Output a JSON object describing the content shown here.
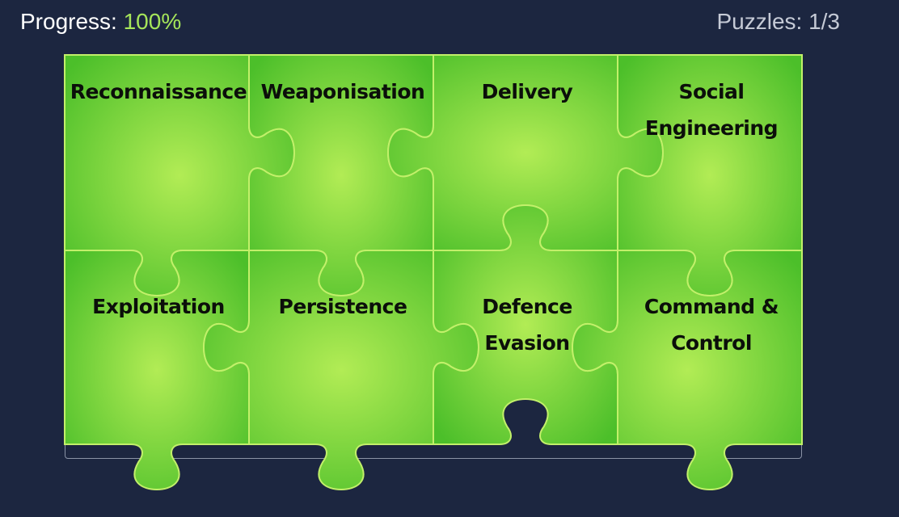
{
  "header": {
    "progress_label": "Progress:",
    "progress_value": "100%",
    "puzzles_label": "Puzzles: 1/3"
  },
  "colors": {
    "background": "#1c2640",
    "piece_center": "#b2ec55",
    "piece_edge": "#4cbf2a",
    "piece_outline": "#c2f06a",
    "progress_accent": "#a6e65a"
  },
  "pieces": [
    {
      "name": "reconnaissance",
      "lines": [
        "Reconnaissance"
      ]
    },
    {
      "name": "weaponisation",
      "lines": [
        "Weaponisation"
      ]
    },
    {
      "name": "delivery",
      "lines": [
        "Delivery"
      ]
    },
    {
      "name": "social-engineering",
      "lines": [
        "Social",
        "Engineering"
      ]
    },
    {
      "name": "exploitation",
      "lines": [
        "Exploitation"
      ]
    },
    {
      "name": "persistence",
      "lines": [
        "Persistence"
      ]
    },
    {
      "name": "defence-evasion",
      "lines": [
        "Defence",
        "Evasion"
      ]
    },
    {
      "name": "command-and-control",
      "lines": [
        "Command &",
        "Control"
      ]
    }
  ]
}
